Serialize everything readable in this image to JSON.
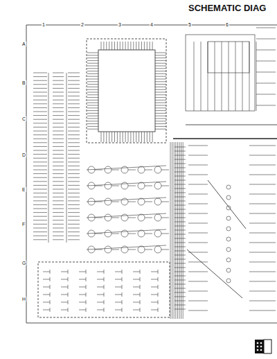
{
  "diagram": {
    "title": "SCHEMATIC DIAG",
    "labels": [
      "1",
      "2",
      "3",
      "4",
      "5",
      "6",
      "A",
      "B",
      "C",
      "D",
      "E",
      "F",
      "G",
      "H"
    ]
  }
}
